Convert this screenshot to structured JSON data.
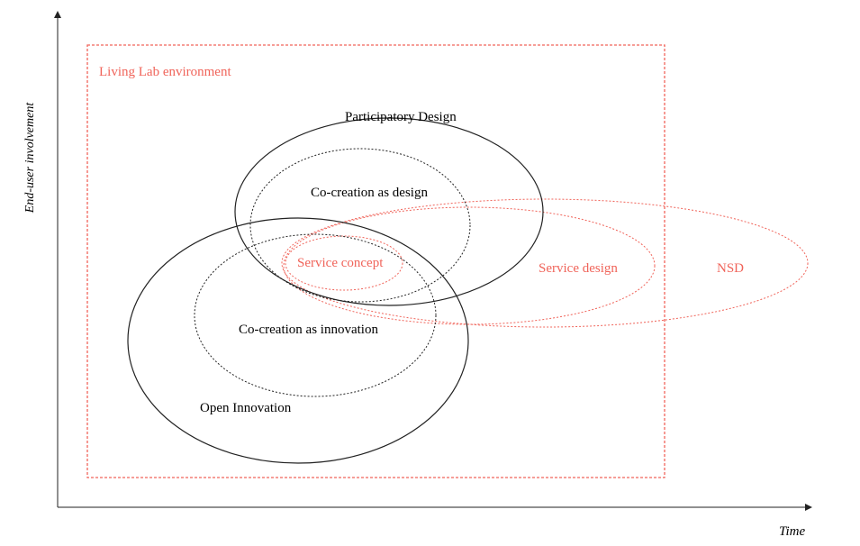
{
  "axes": {
    "y_label": "End-user involvement",
    "x_label": "Time"
  },
  "environment": {
    "label": "Living Lab environment"
  },
  "regions": {
    "participatory_design": "Participatory Design",
    "cocreation_design": "Co-creation as design",
    "service_concept": "Service concept",
    "service_design": "Service design",
    "nsd": "NSD",
    "cocreation_innovation": "Co-creation as innovation",
    "open_innovation": "Open Innovation"
  },
  "colors": {
    "accent": "#f0645a",
    "line": "#222222"
  }
}
